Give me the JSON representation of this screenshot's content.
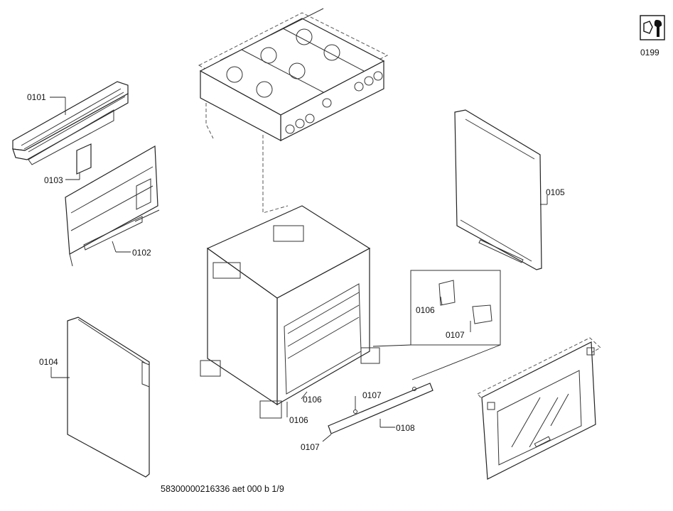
{
  "labels": {
    "p0101": "0101",
    "p0102": "0102",
    "p0103": "0103",
    "p0104": "0104",
    "p0105": "0105",
    "p0106_detail": "0106",
    "p0107_detail": "0107",
    "p0106_a": "0106",
    "p0106_b": "0106",
    "p0107_a": "0107",
    "p0107_b": "0107",
    "p0108": "0108",
    "p0199": "0199"
  },
  "footer": "58300000216336 aet 000 b 1/9",
  "icons": [
    "service-tool-icon"
  ]
}
